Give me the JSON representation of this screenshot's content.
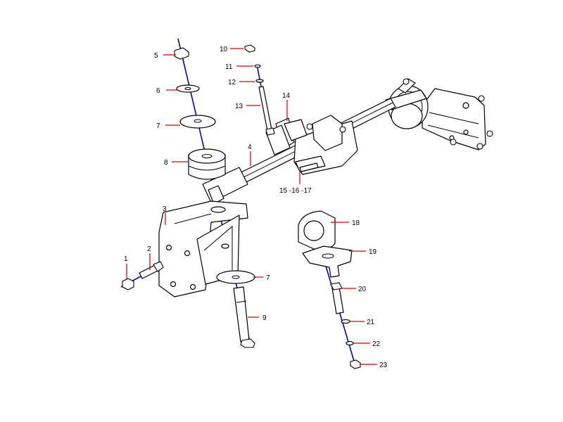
{
  "diagram": {
    "callouts": [
      {
        "id": "c1",
        "label": "1"
      },
      {
        "id": "c2",
        "label": "2"
      },
      {
        "id": "c3",
        "label": "3"
      },
      {
        "id": "c4",
        "label": "4"
      },
      {
        "id": "c5",
        "label": "5"
      },
      {
        "id": "c6",
        "label": "6"
      },
      {
        "id": "c7a",
        "label": "7"
      },
      {
        "id": "c7b",
        "label": "7"
      },
      {
        "id": "c8",
        "label": "8"
      },
      {
        "id": "c9",
        "label": "9"
      },
      {
        "id": "c10",
        "label": "10"
      },
      {
        "id": "c11",
        "label": "11"
      },
      {
        "id": "c12",
        "label": "12"
      },
      {
        "id": "c13",
        "label": "13"
      },
      {
        "id": "c14",
        "label": "14"
      },
      {
        "id": "c15",
        "label": "15 -16 -17"
      },
      {
        "id": "c18",
        "label": "18"
      },
      {
        "id": "c19",
        "label": "19"
      },
      {
        "id": "c20",
        "label": "20"
      },
      {
        "id": "c21",
        "label": "21"
      },
      {
        "id": "c22",
        "label": "22"
      },
      {
        "id": "c23",
        "label": "23"
      }
    ],
    "colors": {
      "axis": "#0000cc",
      "leader": "#cc0000",
      "outline": "#000000"
    }
  }
}
